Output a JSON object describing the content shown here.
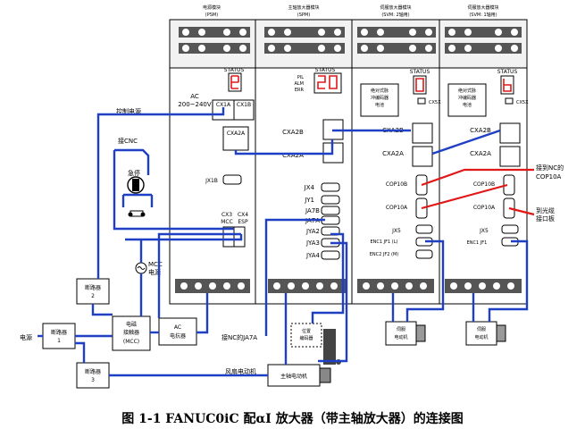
{
  "modules": {
    "psm_title": "电源模块",
    "psm_code": "(PSM)",
    "spm_title": "主轴放大器模块",
    "spm_code": "(SPM)",
    "svm2_title": "伺服放大器模块",
    "svm2_code": "(SVM: 2轴用)",
    "svm1_title": "伺服放大器模块",
    "svm1_code": "(SVM: 1轴用)"
  },
  "status": {
    "label": "STATUS",
    "pil": "PIL",
    "alm": "ALM",
    "err": "ERR"
  },
  "psm": {
    "ac_line1": "AC",
    "ac_line2": "200~240V",
    "cx1a": "CX1A",
    "cx1b": "CX1B",
    "cxa2a": "CXA2A",
    "jx1b": "JX1B",
    "cx3": "CX3",
    "cx3_sub": "MCC",
    "cx4": "CX4",
    "cx4_sub": "ESP"
  },
  "spm": {
    "cxa2b": "CXA2B",
    "cxa2a": "CXA2A",
    "jx4": "JX4",
    "jy1": "JY1",
    "ja7b": "JA7B",
    "ja7a": "JA7A",
    "jya2": "JYA2",
    "jya3": "JYA3",
    "jya4": "JYA4"
  },
  "svm2": {
    "encoder_note_1": "绝对式脉",
    "encoder_note_2": "冲编码器",
    "encoder_note_3": "电池",
    "cx5x": "CX5X",
    "cxa2b": "CXA2B",
    "cxa2a": "CXA2A",
    "cop10b": "COP10B",
    "cop10a": "COP10A",
    "jx5": "JX5",
    "enc1": "ENC1 JF1 (L)",
    "enc2": "ENC2 JF2 (M)"
  },
  "svm1": {
    "encoder_note_1": "绝对式脉",
    "encoder_note_2": "冲编码器",
    "encoder_note_3": "电池",
    "cx5x": "CX5X",
    "cxa2b": "CXA2B",
    "cxa2a": "CXA2A",
    "cop10b": "COP10B",
    "cop10a": "COP10A",
    "jx5": "JX5",
    "enc1": "ENC1 JF1"
  },
  "external": {
    "control_power": "控制电源",
    "to_cnc": "接CNC",
    "estop": "急停",
    "mcc_power_1": "MCC",
    "mcc_power_2": "电源",
    "breaker2_1": "断路器",
    "breaker2_2": "2",
    "breaker1_1": "断路器",
    "breaker1_2": "1",
    "breaker3_1": "断路器",
    "breaker3_2": "3",
    "mains": "电源",
    "contactor_1": "电磁",
    "contactor_2": "接触器",
    "contactor_3": "(MCC)",
    "reactor_1": "AC",
    "reactor_2": "电抗器",
    "to_nc_ja7a": "接NC的JA7A",
    "pos_encoder_1": "位置",
    "pos_encoder_2": "编码器",
    "fan_motor": "风扇电动机",
    "spindle_motor": "主轴电动机",
    "servo_motor": "伺服",
    "servo_motor_2": "电动机",
    "to_nc_cop10a_1": "接到NC的",
    "to_nc_cop10a_2": "COP10A",
    "fiber_1": "到光缆",
    "fiber_2": "接口板"
  },
  "caption": "图 1-1 FANUC0iC 配αI 放大器（带主轴放大器）的连接图",
  "colors": {
    "cable": "#1f3fc4",
    "fiber": "#e01818",
    "status": "#e01818",
    "panel": "#e8e8e8"
  }
}
